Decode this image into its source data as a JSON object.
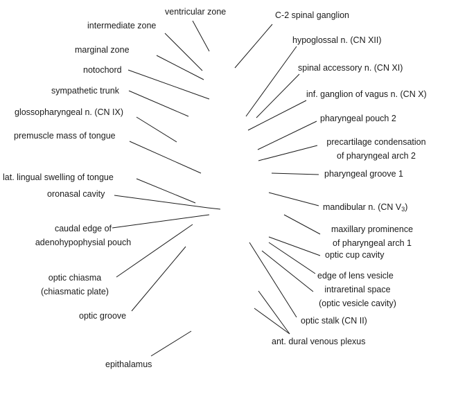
{
  "labels": {
    "ventricular_zone": "ventricular zone",
    "intermediate_zone": "intermediate zone",
    "marginal_zone": "marginal zone",
    "notochord": "notochord",
    "sympathetic_trunk": "sympathetic trunk",
    "glossopharyngeal_n": "glossopharyngeal n. (CN IX)",
    "premuscle_mass": "premuscle mass of tongue",
    "lat_lingual_swelling": "lat. lingual swelling of tongue",
    "oronasal_cavity": "oronasal cavity",
    "caudal_edge_1": "caudal edge of",
    "caudal_edge_2": "adenohypophysial pouch",
    "optic_chiasma_1": "optic chiasma",
    "optic_chiasma_2": "(chiasmatic plate)",
    "optic_groove": "optic groove",
    "epithalamus": "epithalamus",
    "c2_spinal_ganglion": "C-2 spinal ganglion",
    "hypoglossal_n": "hypoglossal n. (CN XII)",
    "spinal_accessory_n": "spinal accessory n. (CN XI)",
    "inf_ganglion_vagus": "inf. ganglion of vagus n. (CN X)",
    "pharyngeal_pouch_2": "pharyngeal pouch 2",
    "precartilage_1": "precartilage condensation",
    "precartilage_2": "of pharyngeal arch 2",
    "pharyngeal_groove_1": "pharyngeal groove 1",
    "mandibular_n_main": "mandibular n. (CN V",
    "mandibular_n_sub": "3",
    "mandibular_n_close": ")",
    "maxillary_1": "maxillary prominence",
    "maxillary_2": "of pharyngeal arch 1",
    "optic_cup_cavity": "optic cup cavity",
    "edge_lens_vesicle": "edge of lens vesicle",
    "intraretinal_1": "intraretinal space",
    "intraretinal_2": "(optic vesicle cavity)",
    "optic_stalk": "optic stalk (CN II)",
    "ant_dural_plexus": "ant. dural venous plexus"
  }
}
